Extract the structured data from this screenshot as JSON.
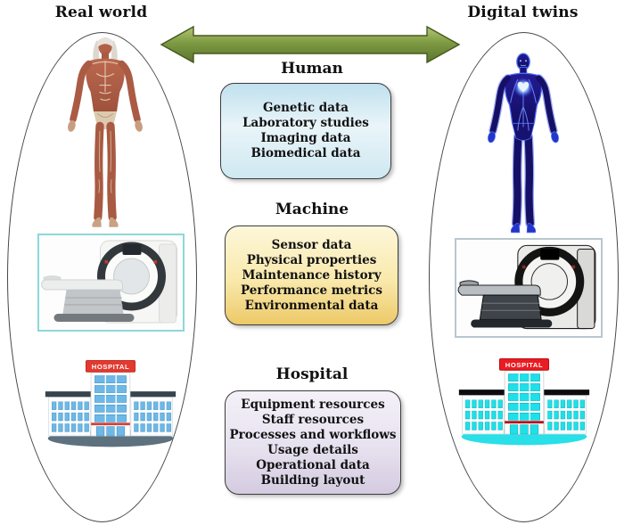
{
  "titles": {
    "real_world": "Real world",
    "digital_twins": "Digital twins"
  },
  "sections": [
    {
      "title": "Human",
      "items": [
        "Genetic data",
        "Laboratory studies",
        "Imaging data",
        "Biomedical data"
      ]
    },
    {
      "title": "Machine",
      "items": [
        "Sensor data",
        "Physical properties",
        "Maintenance history",
        "Performance metrics",
        "Environmental data"
      ]
    },
    {
      "title": "Hospital",
      "items": [
        "Equipment resources",
        "Staff resources",
        "Processes and workflows",
        "Usage details",
        "Operational data",
        "Building layout"
      ]
    }
  ],
  "hospital_sign": {
    "label": "HOSPITAL"
  },
  "icons": {
    "arrow": "double-headed-arrow",
    "real_human": "anatomical-human-illustration",
    "digital_human": "digital-human-illustration",
    "real_ct": "ct-scanner-photo",
    "digital_ct": "ct-scanner-digital-illustration",
    "real_hospital": "hospital-building-illustration",
    "digital_hospital": "hospital-building-digital-illustration"
  },
  "colors": {
    "arrow_green": "#7d9a42",
    "human_box_blue": "#cfe8f1",
    "machine_box_yellow": "#edc968",
    "hospital_box_lavender": "#d4cbe0",
    "hospital_sign_red": "#e23a30",
    "digital_body_blue": "#181170",
    "real_window_blue": "#6db8e6",
    "digital_cyan": "#1fe0e9"
  }
}
